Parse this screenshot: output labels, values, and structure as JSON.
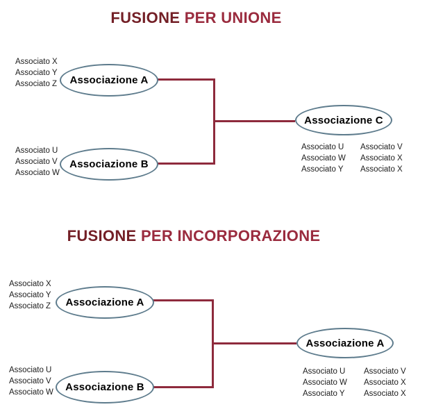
{
  "colors": {
    "title_word1": "#731f26",
    "title_rest": "#9a2b3e",
    "connector_line": "#8e2a3c",
    "ellipse_stroke": "#5d7b8c",
    "member_text": "#1c1c1c"
  },
  "sections": [
    {
      "id": "fusione-per-unione",
      "title": {
        "word1": "FUSIONE",
        "rest": "PER UNIONE"
      },
      "source_a": {
        "label": "Associazione A",
        "members": [
          "Associato X",
          "Associato Y",
          "Associato Z"
        ]
      },
      "source_b": {
        "label": "Associazione B",
        "members": [
          "Associato U",
          "Associato V",
          "Associato W"
        ]
      },
      "result": {
        "label": "Associazione C",
        "members_col1": [
          "Associato U",
          "Associato W",
          "Associato Y"
        ],
        "members_col2": [
          "Associato V",
          "Associato X",
          "Associato X"
        ]
      }
    },
    {
      "id": "fusione-per-incorporazione",
      "title": {
        "word1": "FUSIONE",
        "rest": "PER INCORPORAZIONE"
      },
      "source_a": {
        "label": "Associazione A",
        "members": [
          "Associato X",
          "Associato Y",
          "Associato Z"
        ]
      },
      "source_b": {
        "label": "Associazione B",
        "members": [
          "Associato U",
          "Associato V",
          "Associato W"
        ]
      },
      "result": {
        "label": "Associazione A",
        "members_col1": [
          "Associato U",
          "Associato W",
          "Associato Y"
        ],
        "members_col2": [
          "Associato V",
          "Associato X",
          "Associato X"
        ]
      }
    }
  ]
}
